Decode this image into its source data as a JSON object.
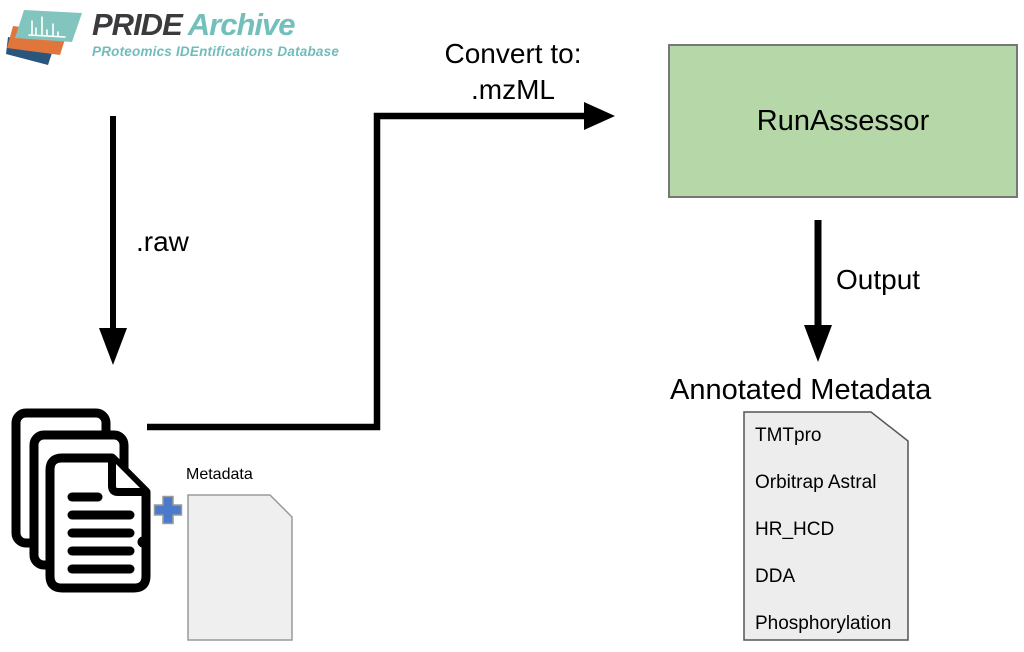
{
  "logo": {
    "title_primary": "PRIDE",
    "title_secondary": "Archive",
    "subtitle": "PRoteomics IDEntifications Database",
    "colors": {
      "dark": "#3b3b3d",
      "teal": "#72bfbc",
      "orange": "#e0763c",
      "navy": "#2a567d"
    }
  },
  "flow": {
    "raw_label": ".raw",
    "convert_line1": "Convert to:",
    "convert_line2": ".mzML",
    "runassessor_label": "RunAssessor",
    "runassessor_fill": "#b6d7a8",
    "output_label": "Output"
  },
  "metadata_input": {
    "label": "Metadata",
    "plus_color": "#4b79cb"
  },
  "annotated_output": {
    "title": "Annotated Metadata",
    "items": [
      "TMTpro",
      "Orbitrap Astral",
      "HR_HCD",
      "DDA",
      "Phosphorylation"
    ]
  }
}
